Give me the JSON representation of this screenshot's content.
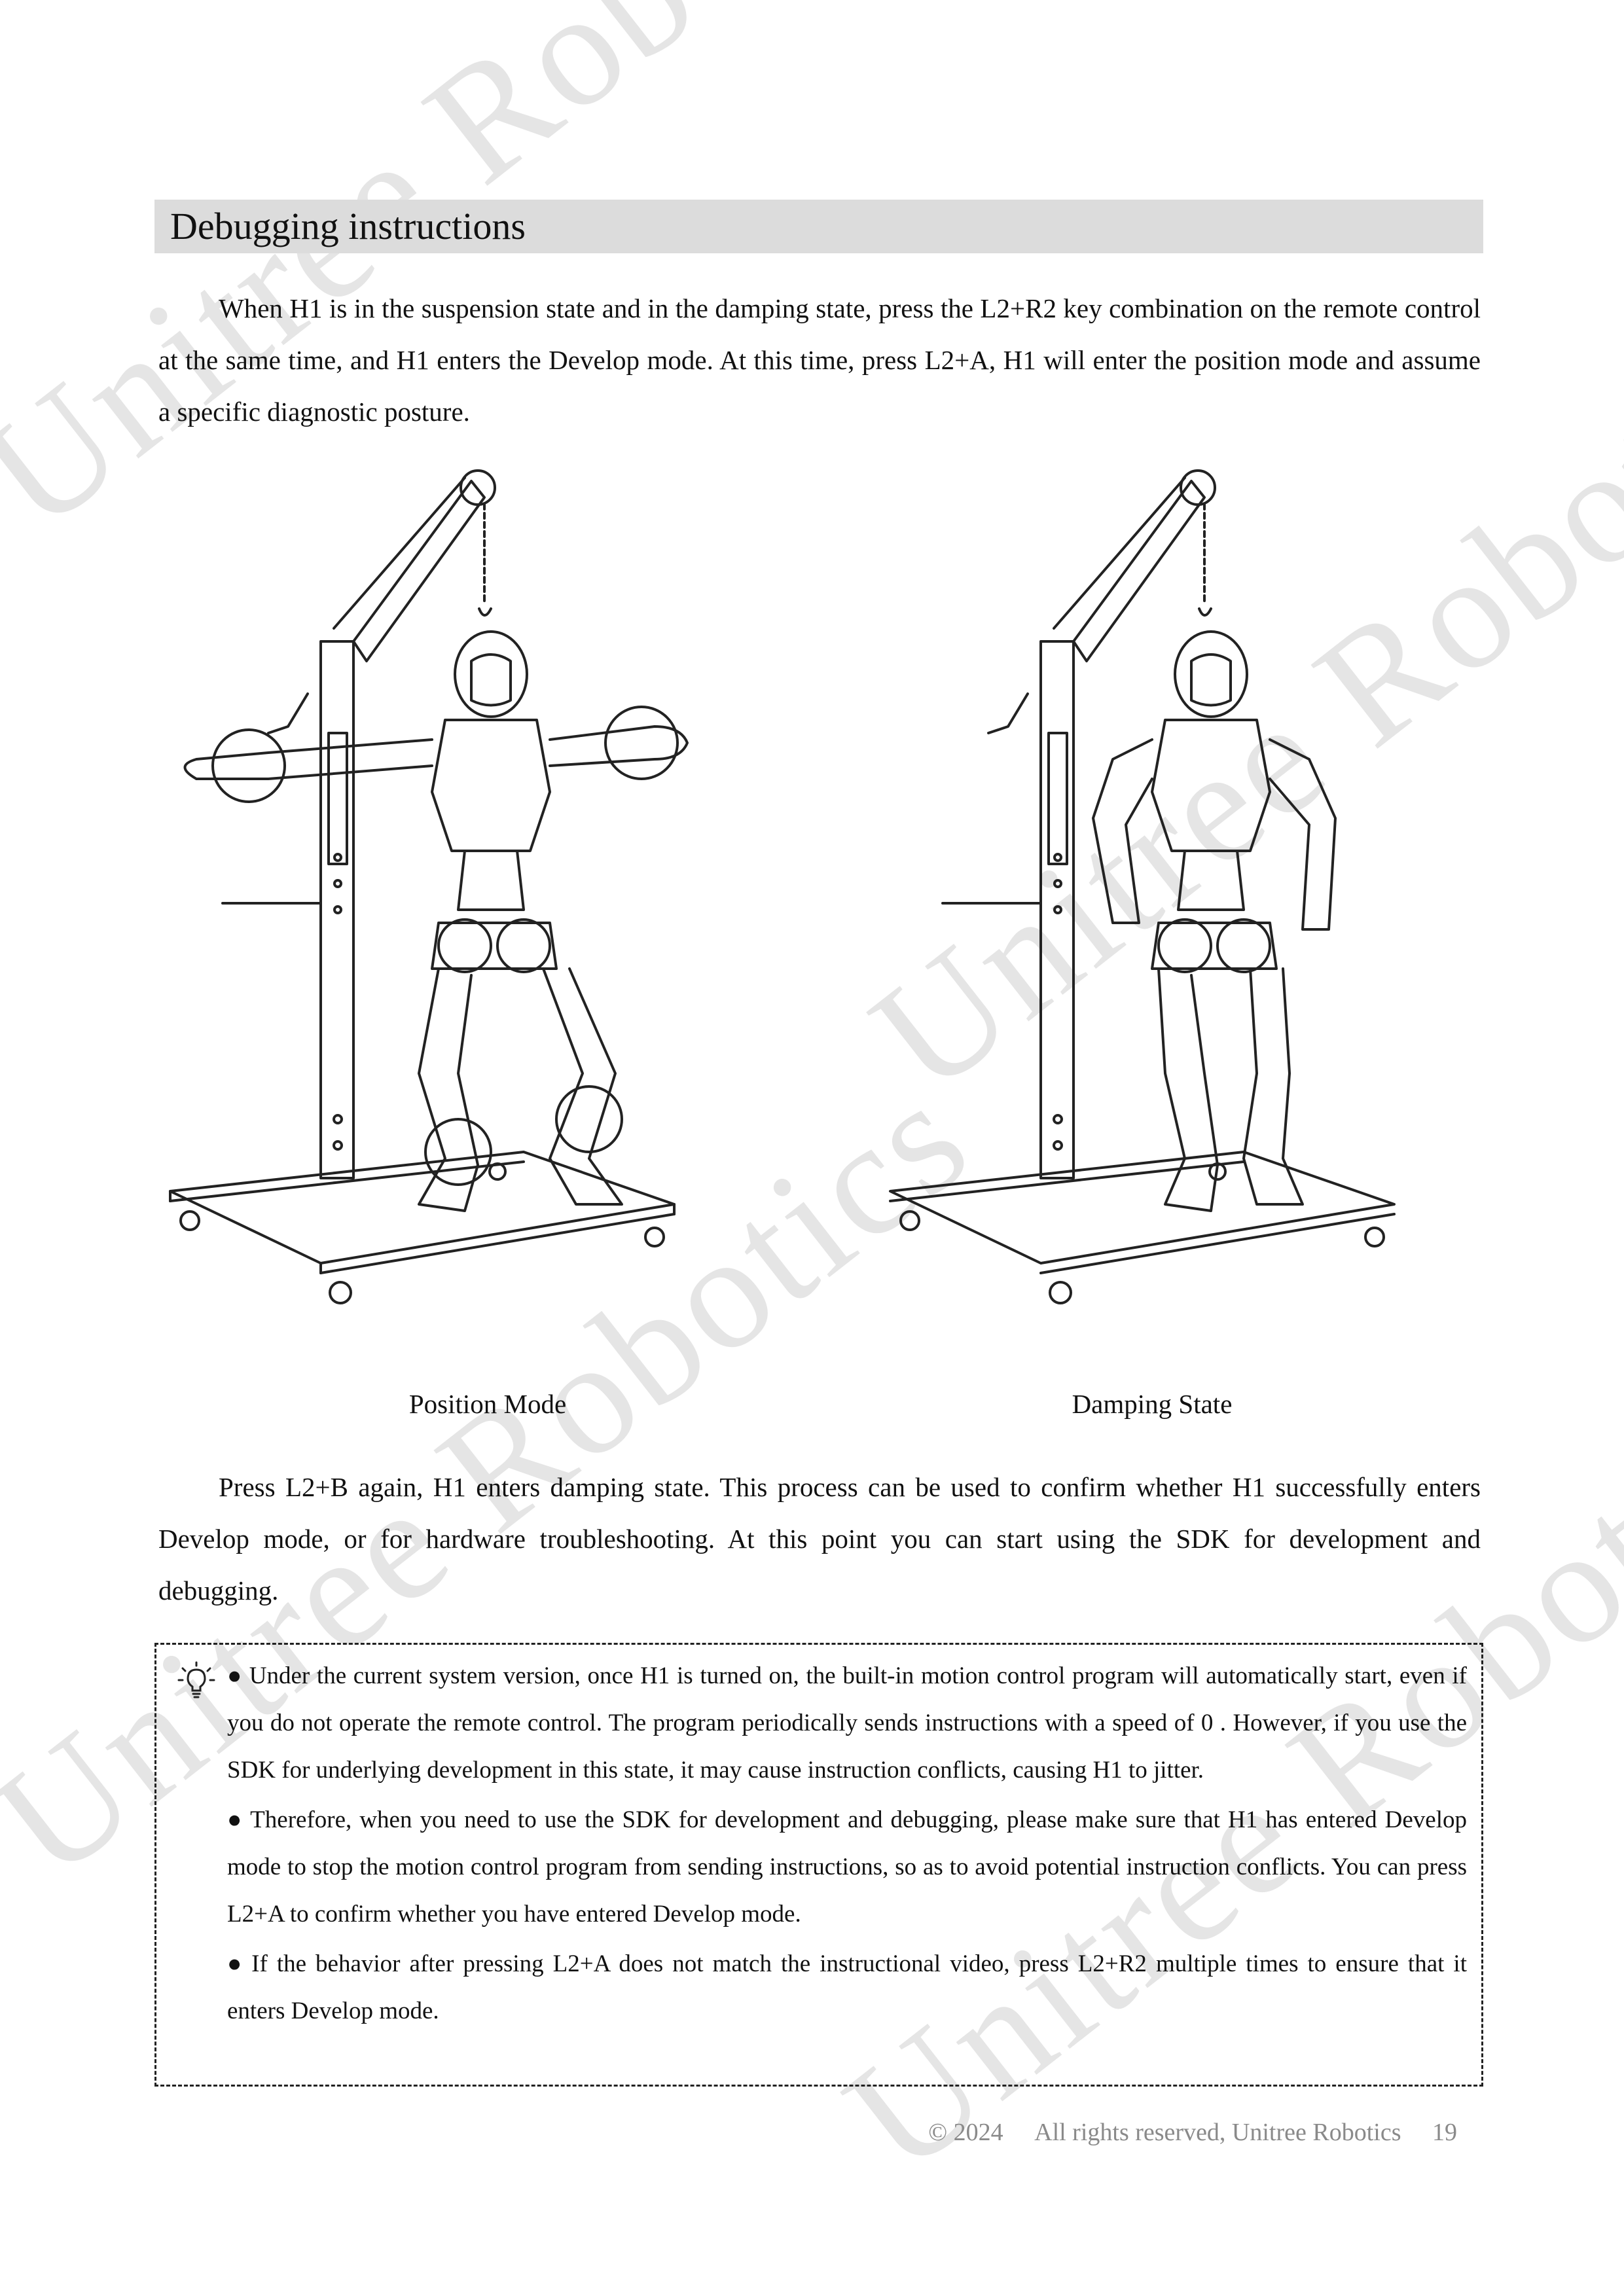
{
  "section_title": "Debugging instructions",
  "paragraph1": "When H1 is in the suspension state and in the damping state, press the L2+R2 key combination on the remote control at the same time, and H1 enters the Develop mode. At this time, press L2+A, H1 will enter the position mode and assume a specific diagnostic posture.",
  "figures": {
    "left_caption": "Position Mode",
    "right_caption": "Damping State"
  },
  "paragraph2": "Press L2+B again, H1 enters damping state. This process can be used to confirm whether H1 successfully enters Develop mode, or for hardware troubleshooting. At this point you can start using the SDK for development and debugging.",
  "note": {
    "icon": "lightbulb-icon",
    "bullet": "●",
    "items": [
      "Under the current system version, once H1 is turned on, the built-in motion control program will automatically start, even if you do not operate the remote control. The program periodically sends instructions with a speed of 0 . However, if you use the SDK for underlying development in this state, it may cause instruction conflicts, causing H1 to jitter.",
      "Therefore, when you need to use the SDK for development and debugging, please make sure that H1 has entered Develop mode to stop the motion control program from sending instructions, so as to avoid potential instruction conflicts. You can press L2+A to confirm whether you have entered Develop mode.",
      "If the behavior after pressing L2+A does not match the instructional video, press L2+R2 multiple times to ensure that it enters Develop mode."
    ]
  },
  "watermark": "Unitree Robotics",
  "footer": {
    "copyright": "© 2024",
    "rights": "All rights reserved, Unitree Robotics",
    "page_number": "19"
  }
}
